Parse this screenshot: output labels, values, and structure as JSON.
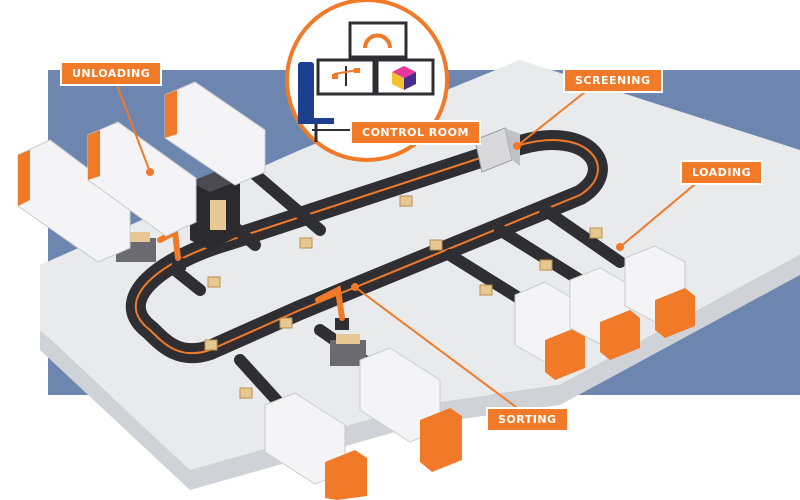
{
  "labels": {
    "unloading": "UNLOADING",
    "screening": "SCREENING",
    "control_room": "CONTROL ROOM",
    "loading": "LOADING",
    "sorting": "SORTING"
  },
  "colors": {
    "accent": "#f07a28",
    "floor_bg": "#6d86b0",
    "platform": "#e9eaec",
    "belt": "#2f2f33",
    "truck_body": "#ffffff",
    "cab": "#f07a28"
  },
  "icons": [
    "truck-icon",
    "robot-arm-icon",
    "monitor-icon",
    "gauge-icon",
    "balance-scale-icon",
    "cubes-icon",
    "office-chair-icon",
    "parcel-icon",
    "scanner-gate-icon"
  ]
}
